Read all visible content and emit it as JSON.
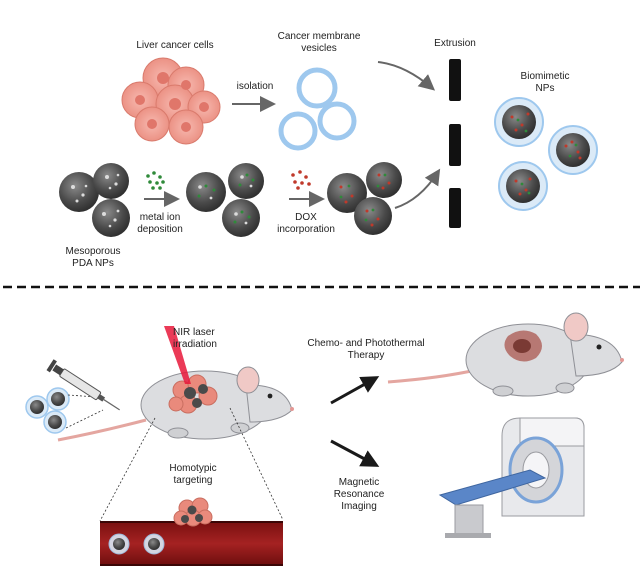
{
  "top_panel": {
    "liver_cells_label": "Liver cancer cells",
    "isolation_label": "isolation",
    "vesicles_label": "Cancer membrane\nvesicles",
    "extrusion_label": "Extrusion",
    "biomimetic_label": "Biomimetic\nNPs",
    "metal_ion_label": "metal ion\ndeposition",
    "dox_label": "DOX\nincorporation",
    "pda_label": "Mesoporous\nPDA NPs"
  },
  "bottom_panel": {
    "nir_label": "NIR laser\nirradiation",
    "therapy_label": "Chemo- and Photothermal\nTherapy",
    "targeting_label": "Homotypic\ntargeting",
    "mri_label": "Magnetic\nResonance\nImaging"
  },
  "colors": {
    "cancer_cell": "#f2a49a",
    "nanoparticle": "#4a4a4a",
    "membrane": "#9ec8ee",
    "metal_ion": "#2f8a3a",
    "dox": "#c0392b",
    "vessel": "#8b1a1a",
    "laser": "#e8183a"
  },
  "icons": {
    "cells": "cancer-cell-cluster-icon",
    "vesicle": "membrane-vesicle-icon",
    "extruder": "extrusion-membrane-icon",
    "mouse": "mouse-icon",
    "syringe": "syringe-icon",
    "mri": "mri-scanner-icon",
    "vessel": "blood-vessel-icon"
  }
}
